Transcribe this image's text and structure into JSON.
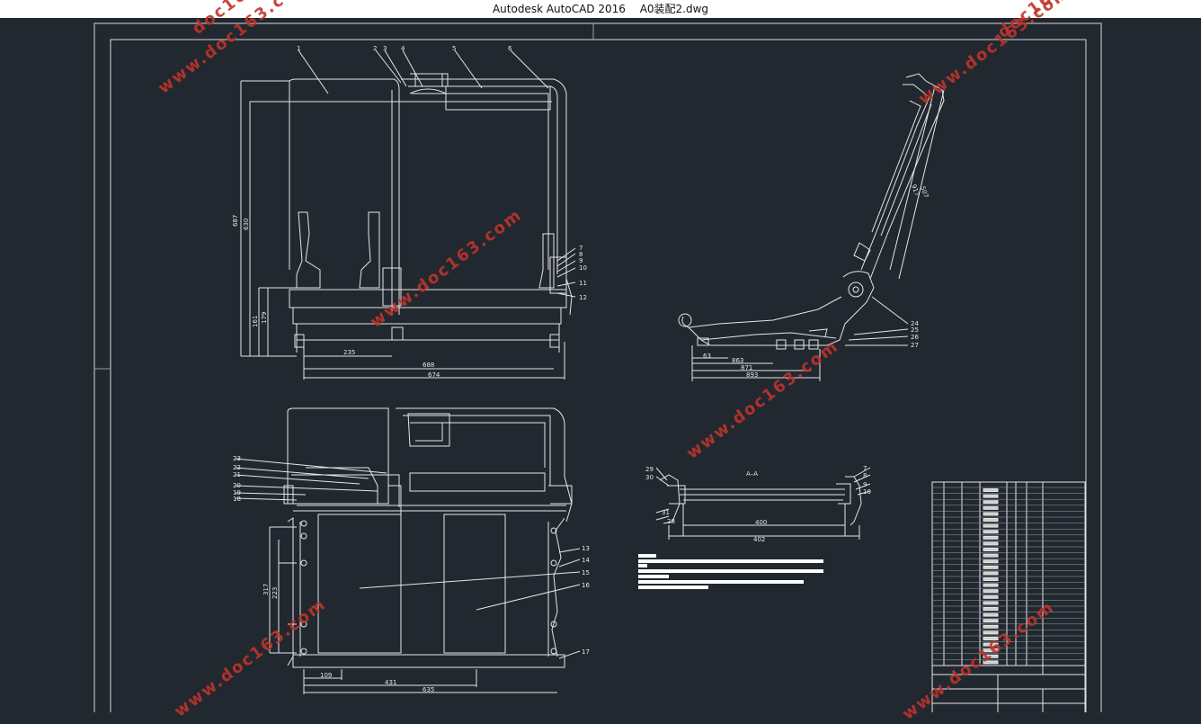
{
  "window": {
    "app_title": "Autodesk AutoCAD 2016",
    "file_name": "A0装配2.dwg"
  },
  "watermark": {
    "text": "www.doc163.com",
    "partial_left": "doc163.",
    "partial_right": "doc163."
  },
  "drawing": {
    "section_label": "A–A",
    "front_view": {
      "part_numbers": [
        "1",
        "2",
        "3",
        "4",
        "5",
        "6",
        "7",
        "8",
        "9",
        "10",
        "11",
        "12"
      ],
      "dimensions": {
        "overall_height": "687",
        "inner_height": "630",
        "lower_a": "179",
        "lower_b": "161",
        "bottom_a": "235",
        "bottom_b": "688",
        "bottom_c": "674"
      }
    },
    "side_view": {
      "part_numbers": [
        "24",
        "25",
        "26",
        "27"
      ],
      "dimensions": {
        "d1": "63",
        "d2": "863",
        "d3": "871",
        "d4": "893",
        "d5": "917",
        "d6": "507"
      }
    },
    "top_view": {
      "part_numbers_left": [
        "23",
        "22",
        "21",
        "20",
        "19",
        "18"
      ],
      "part_numbers_right": [
        "13",
        "14",
        "15",
        "16",
        "17"
      ],
      "dimensions": {
        "v1": "317",
        "v2": "223",
        "h1": "109",
        "h2": "431",
        "h3": "635"
      }
    },
    "section_view": {
      "part_numbers_left": [
        "29",
        "30",
        "31",
        "28"
      ],
      "part_numbers_right": [
        "7",
        "8",
        "9",
        "10"
      ],
      "dimensions": {
        "w1": "400",
        "w2": "402"
      }
    }
  },
  "colors": {
    "background": "#212830",
    "lines": "#e8e8e8",
    "watermark": "#c0342b",
    "title_bar": "#ffffff"
  }
}
